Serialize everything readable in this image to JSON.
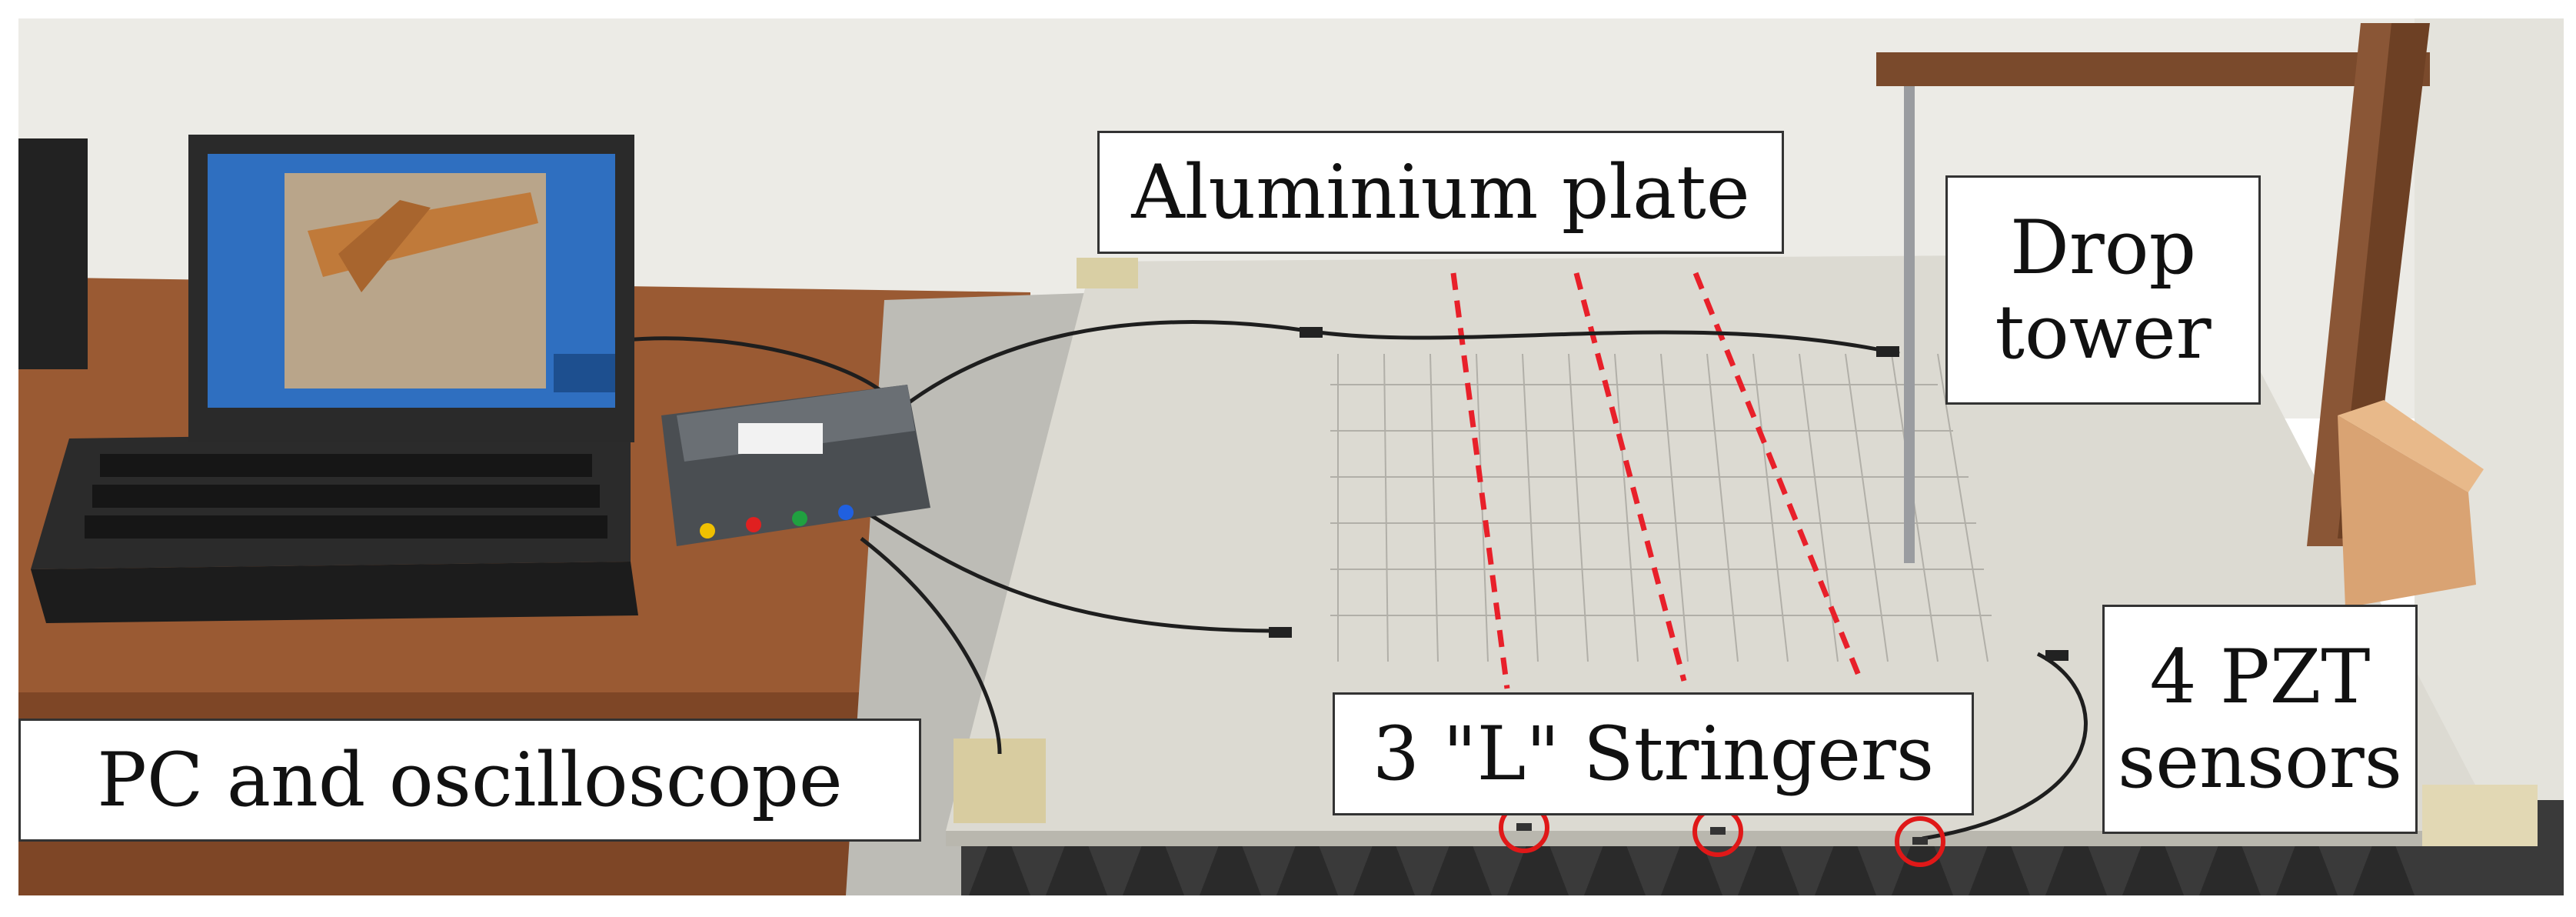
{
  "labels": {
    "aluminium_plate": "Aluminium plate",
    "drop_tower_line1": "Drop",
    "drop_tower_line2": "tower",
    "pc_oscilloscope": "PC and oscilloscope",
    "stringers": "3 \"L\" Stringers",
    "pzt_line1": "4 PZT",
    "pzt_line2": "sensors"
  },
  "colors": {
    "stringer_line": "#e8202a",
    "sensor_circle": "#e01818",
    "plate": "#dcdad2",
    "wall": "#ecebe6",
    "desk": "#9a5a33",
    "foam": "#3a3a3a",
    "tower_wood": "#7a4a2c"
  },
  "counts": {
    "stringers": 3,
    "pzt_sensors": 4
  }
}
